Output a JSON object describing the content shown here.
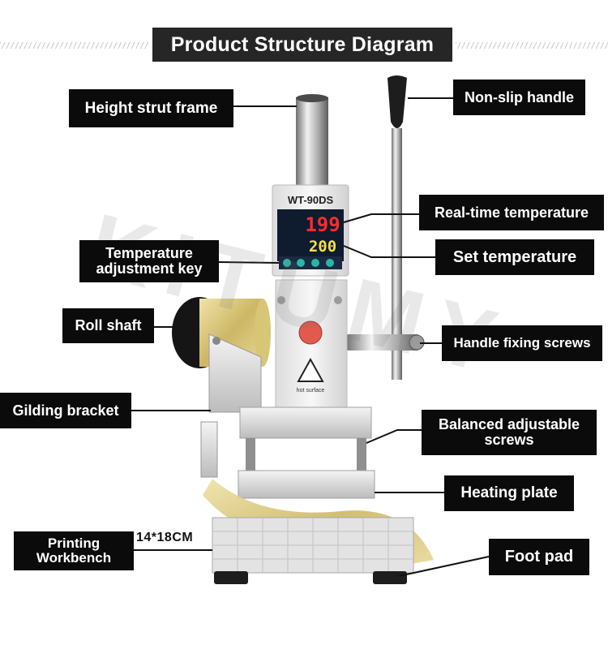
{
  "title": "Product Structure Diagram",
  "model_label": "WT-90DS",
  "display": {
    "real_time": "199",
    "set": "200"
  },
  "plate_text": "hot surface",
  "watermark": "KITUMY",
  "size_note": "14*18CM",
  "labels": {
    "height_strut_frame": "Height strut frame",
    "non_slip_handle": "Non-slip handle",
    "real_time_temperature": "Real-time temperature",
    "temperature_adjustment_key": "Temperature adjustment key",
    "set_temperature": "Set temperature",
    "roll_shaft": "Roll shaft",
    "handle_fixing_screws": "Handle fixing screws",
    "gilding_bracket": "Gilding bracket",
    "balanced_adjustable_screws": "Balanced adjustable screws",
    "heating_plate": "Heating plate",
    "printing_workbench": "Printing Workbench",
    "foot_pad": "Foot pad"
  }
}
